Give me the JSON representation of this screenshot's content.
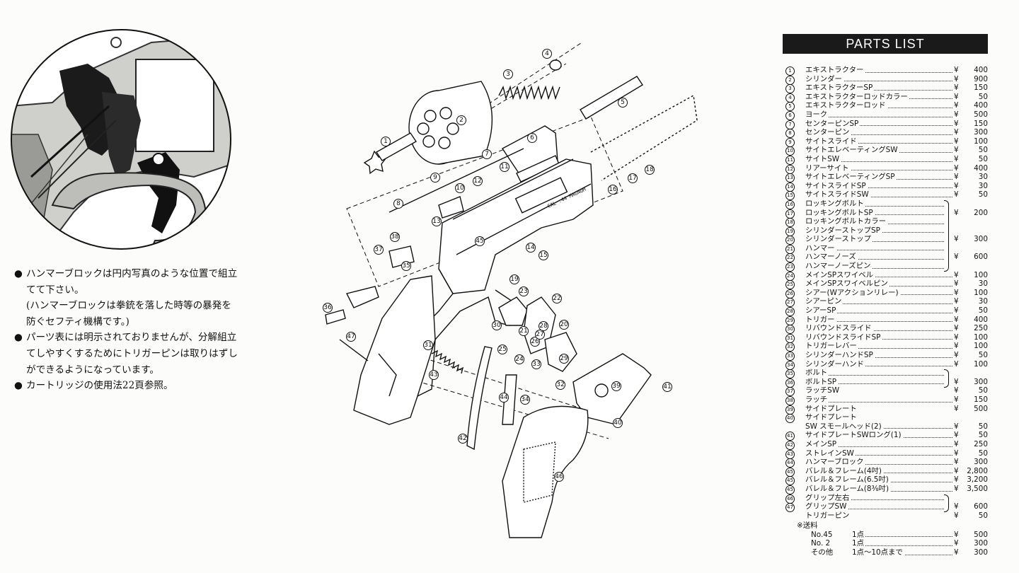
{
  "notes": [
    {
      "mark": "●",
      "text": "ハンマーブロックは円内写真のような位置で組立てて下さい。"
    },
    {
      "mark": "",
      "text": "(ハンマーブロックは拳銃を落した時等の暴発を防ぐセフティ機構です。)"
    },
    {
      "mark": "●",
      "text": "パーツ表には明示されておりませんが、分解組立てしやすくするためにトリガーピンは取りはずしができるようになっています。"
    },
    {
      "mark": "●",
      "text": "カートリッジの使用法22頁参照。"
    }
  ],
  "diagram": {
    "barrel_text": "CAL .44 MAGNUM",
    "callouts": [
      "1",
      "2",
      "3",
      "4",
      "5",
      "6",
      "7",
      "8",
      "9",
      "10",
      "11",
      "12",
      "13",
      "14",
      "15",
      "16",
      "17",
      "18",
      "19",
      "20",
      "21",
      "22",
      "23",
      "24",
      "25",
      "26",
      "27",
      "28",
      "29",
      "30",
      "31",
      "32",
      "33",
      "34",
      "35",
      "36",
      "37",
      "38",
      "39",
      "40",
      "41",
      "42",
      "43",
      "44",
      "45",
      "46",
      "47"
    ]
  },
  "parts_list": {
    "title": "PARTS LIST",
    "yen": "¥",
    "rows": [
      {
        "num": "1",
        "name": "エキストラクター",
        "price": "400"
      },
      {
        "num": "2",
        "name": "シリンダー",
        "price": "900"
      },
      {
        "num": "3",
        "name": "エキストラクターSP",
        "price": "150"
      },
      {
        "num": "4",
        "name": "エキストラクターロッドカラー",
        "price": "50"
      },
      {
        "num": "5",
        "name": "エキストラクターロッド",
        "price": "400"
      },
      {
        "num": "6",
        "name": "ヨーク",
        "price": "500"
      },
      {
        "num": "7",
        "name": "センターピンSP",
        "price": "150"
      },
      {
        "num": "8",
        "name": "センターピン",
        "price": "300"
      },
      {
        "num": "9",
        "name": "サイトスライド",
        "price": "100"
      },
      {
        "num": "10",
        "name": "サイトエレベーティングSW",
        "price": "50"
      },
      {
        "num": "11",
        "name": "サイトSW",
        "price": "50"
      },
      {
        "num": "12",
        "name": "リアーサイト",
        "price": "400"
      },
      {
        "num": "13",
        "name": "サイトエレベーティングSP",
        "price": "30"
      },
      {
        "num": "14",
        "name": "サイトスライドSP",
        "price": "30"
      },
      {
        "num": "15",
        "name": "サイトスライドSW",
        "price": "50"
      },
      {
        "num": "16",
        "name": "ロッキングボルト",
        "price": "",
        "group": true
      },
      {
        "num": "17",
        "name": "ロッキングボルトSP",
        "price": "200",
        "group": true
      },
      {
        "num": "18",
        "name": "ロッキングボルトカラー",
        "price": "",
        "group": true
      },
      {
        "num": "19",
        "name": "シリンダーストップSP",
        "price": "",
        "group": true
      },
      {
        "num": "20",
        "name": "シリンダーストップ",
        "price": "300",
        "group": true
      },
      {
        "num": "21",
        "name": "ハンマー",
        "price": "",
        "group": true
      },
      {
        "num": "22",
        "name": "ハンマーノーズ",
        "price": "600",
        "group": true
      },
      {
        "num": "23",
        "name": "ハンマーノーズピン",
        "price": "",
        "group": true
      },
      {
        "num": "24",
        "name": "メインSPスワイベル",
        "price": "100"
      },
      {
        "num": "25",
        "name": "メインSPスワイベルピン",
        "price": "30"
      },
      {
        "num": "26",
        "name": "シアー(Wアクションリレー)",
        "price": "100"
      },
      {
        "num": "27",
        "name": "シアーピン",
        "price": "30"
      },
      {
        "num": "28",
        "name": "シアーSP",
        "price": "50"
      },
      {
        "num": "29",
        "name": "トリガー",
        "price": "400"
      },
      {
        "num": "30",
        "name": "リバウンドスライド",
        "price": "250"
      },
      {
        "num": "31",
        "name": "リバウンドスライドSP",
        "price": "100"
      },
      {
        "num": "32",
        "name": "トリガーレバー",
        "price": "100"
      },
      {
        "num": "33",
        "name": "シリンダーハンドSP",
        "price": "50"
      },
      {
        "num": "34",
        "name": "シリンダーハンド",
        "price": "100"
      },
      {
        "num": "35",
        "name": "ボルト",
        "price": "",
        "group": true
      },
      {
        "num": "36",
        "name": "ボルトSP",
        "price": "300",
        "group": true
      },
      {
        "num": "37",
        "name": "ラッチSW",
        "price": "50",
        "nodots": true
      },
      {
        "num": "38",
        "name": "ラッチ",
        "price": "150"
      },
      {
        "num": "39",
        "name": "サイドプレート",
        "price": "500",
        "nodots": true
      },
      {
        "num": "40",
        "name": "サイドプレート",
        "price": "",
        "nodots": true
      },
      {
        "num": "",
        "name": "SW スモールヘッド(2)",
        "price": "50"
      },
      {
        "num": "41",
        "name": "サイドプレートSWロング(1)",
        "price": "50"
      },
      {
        "num": "42",
        "name": "メインSP",
        "price": "250"
      },
      {
        "num": "43",
        "name": "ストレインSW",
        "price": "50"
      },
      {
        "num": "44",
        "name": "ハンマーブロック",
        "price": "300"
      },
      {
        "num": "45",
        "name": "バレル＆フレーム(4吋)",
        "price": "2,800"
      },
      {
        "num": "45",
        "name": "バレル＆フレーム(6.5吋)",
        "price": "3,200"
      },
      {
        "num": "45",
        "name": "バレル＆フレーム(8⅜吋)",
        "price": "3,500"
      },
      {
        "num": "46",
        "name": "グリップ左右",
        "price": "",
        "group": true
      },
      {
        "num": "47",
        "name": "グリップSW",
        "price": "600",
        "group": true
      },
      {
        "num": "",
        "name": "トリガーピン",
        "price": "50",
        "nodots": true
      }
    ]
  },
  "shipping": {
    "header": "※送料",
    "rows": [
      {
        "label": "No.45",
        "desc": "1点",
        "price": "500"
      },
      {
        "label": "No. 2",
        "desc": "1点",
        "price": "300"
      },
      {
        "label": "その他",
        "desc": "1点～10点まで",
        "price": "300"
      }
    ]
  }
}
